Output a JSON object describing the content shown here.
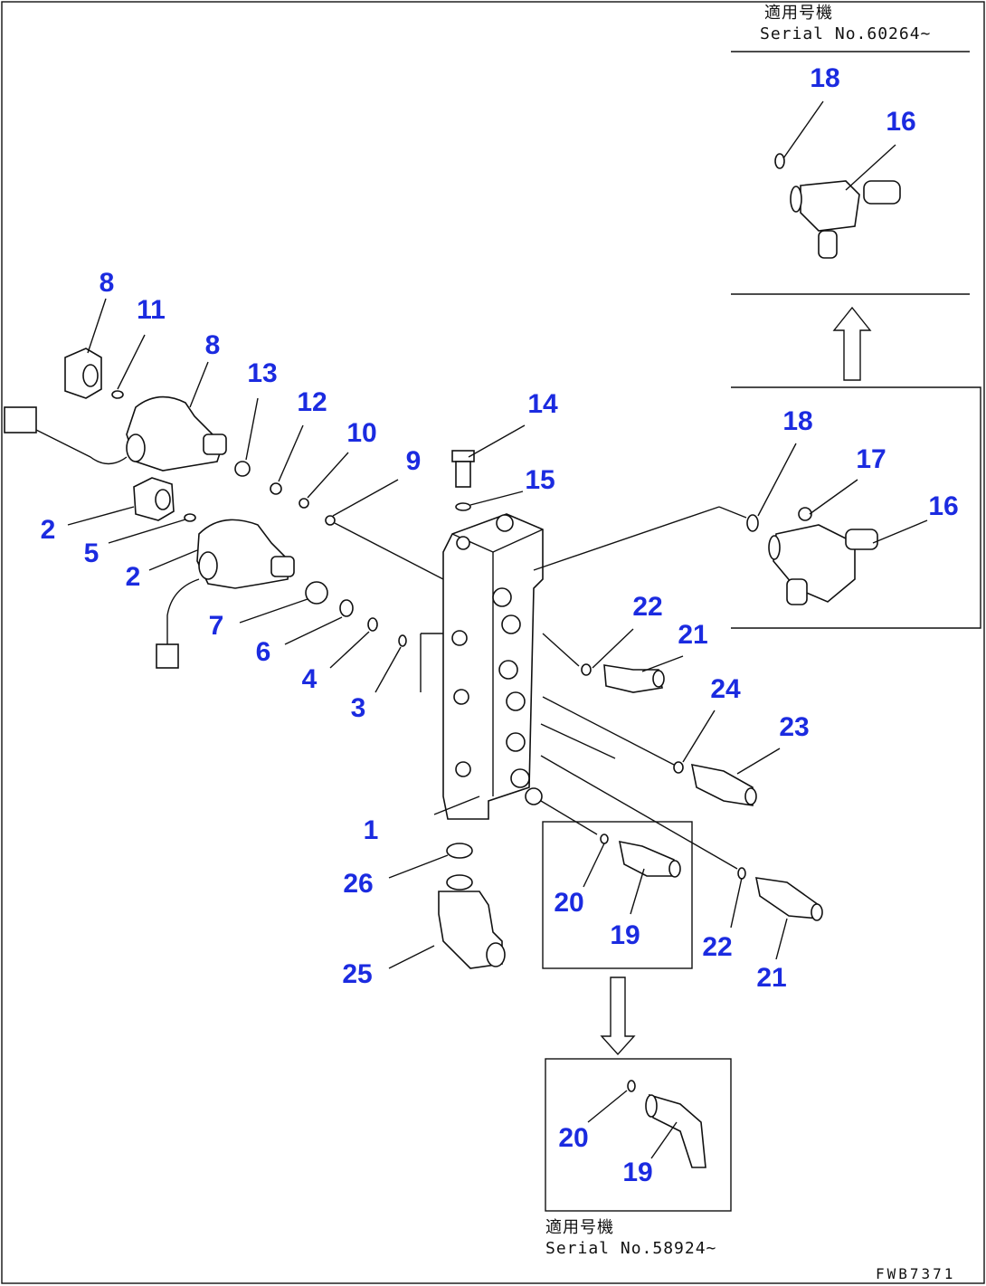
{
  "notes": {
    "top_right": {
      "line1": "適用号機",
      "line2": "Serial No.60264~"
    },
    "bottom": {
      "line1": "適用号機",
      "line2": "Serial No.58924~"
    }
  },
  "drawing_code": "FWB7371",
  "callouts": {
    "c1": "1",
    "c2a": "2",
    "c2b": "2",
    "c3": "3",
    "c4": "4",
    "c5": "5",
    "c6": "6",
    "c7": "7",
    "c8a": "8",
    "c8b": "8",
    "c9": "9",
    "c10": "10",
    "c11": "11",
    "c12": "12",
    "c13": "13",
    "c14": "14",
    "c15": "15",
    "c16a": "16",
    "c16b": "16",
    "c17": "17",
    "c18a": "18",
    "c18b": "18",
    "c19a": "19",
    "c19b": "19",
    "c20a": "20",
    "c20b": "20",
    "c21a": "21",
    "c21b": "21",
    "c22a": "22",
    "c22b": "22",
    "c23": "23",
    "c24": "24",
    "c25": "25",
    "c26": "26"
  },
  "colors": {
    "callout": "#1b2be0",
    "line": "#111111",
    "background": "#ffffff"
  }
}
